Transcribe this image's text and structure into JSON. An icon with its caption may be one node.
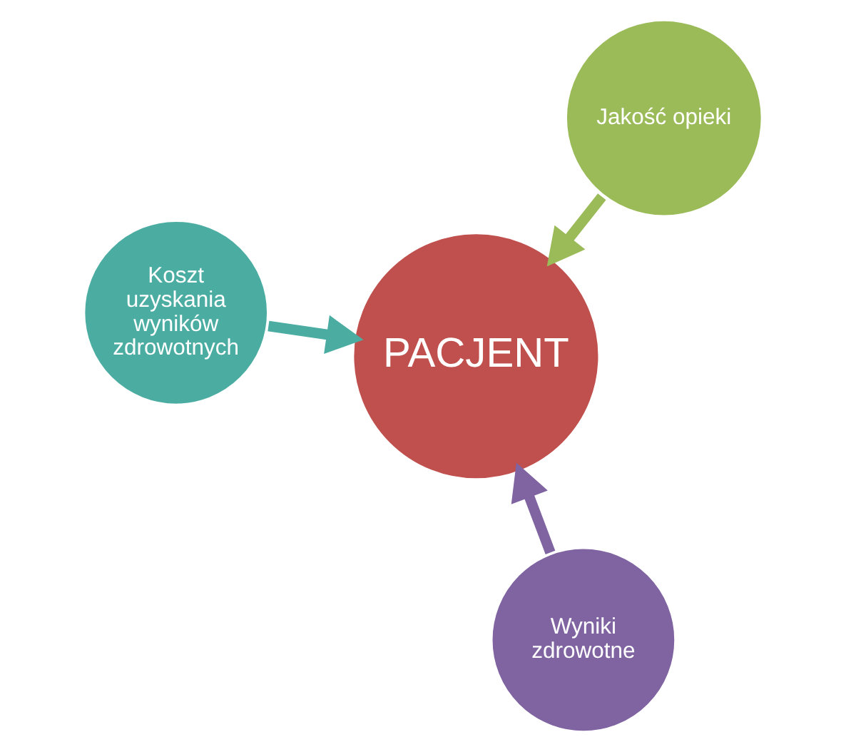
{
  "diagram": {
    "nodes": [
      {
        "text": [
          "PACJENT"
        ]
      },
      {
        "text": [
          "Jakość opieki"
        ]
      },
      {
        "text": [
          "Wyniki zdrowotne"
        ]
      },
      {
        "text": [
          "Koszt uzyskania wyników zdrowotnych"
        ]
      }
    ],
    "edges": [
      {
        "from": 1,
        "to": 0,
        "arrow": "to",
        "color": "#9bbb59"
      },
      {
        "from": 2,
        "to": 0,
        "arrow": "to",
        "color": "#8064a2"
      },
      {
        "from": 3,
        "to": 0,
        "arrow": "to",
        "color": "#4bada2"
      }
    ]
  }
}
